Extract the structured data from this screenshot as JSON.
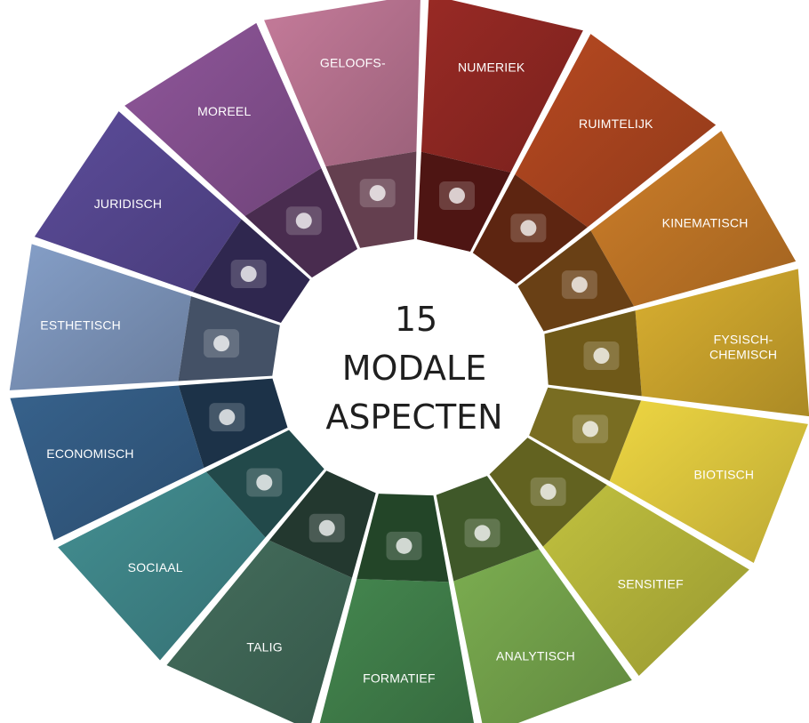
{
  "center": {
    "line1": "15",
    "line2": "MODALE",
    "line3": "ASPECTEN"
  },
  "aspects": [
    {
      "label": [
        "NUMERIEK"
      ],
      "color": "#8e2722",
      "icon": "tally-marks-icon"
    },
    {
      "label": [
        "RUIMTELIJK"
      ],
      "color": "#a9441f",
      "icon": "cube-icon"
    },
    {
      "label": [
        "KINEMATISCH"
      ],
      "color": "#be7526",
      "icon": "water-drop-splash-icon"
    },
    {
      "label": [
        "FYSISCH-",
        "CHEMISCH"
      ],
      "color": "#c9a22c",
      "icon": "flame-icon"
    },
    {
      "label": [
        "BIOTISCH"
      ],
      "color": "#dcc63d",
      "icon": "leaf-icon"
    },
    {
      "label": [
        "SENSITIEF"
      ],
      "color": "#b3b33a",
      "icon": "eye-icon"
    },
    {
      "label": [
        "ANALYTISCH"
      ],
      "color": "#72a04a",
      "icon": "magnifying-glass-icon"
    },
    {
      "label": [
        "FORMATIEF"
      ],
      "color": "#3f7d49",
      "icon": "potters-hands-icon"
    },
    {
      "label": [
        "TALIG"
      ],
      "color": "#3f6656",
      "icon": "speech-bubble-icon"
    },
    {
      "label": [
        "SOCIAAL"
      ],
      "color": "#3e8487",
      "icon": "people-group-icon"
    },
    {
      "label": [
        "ECONOMISCH"
      ],
      "color": "#335b82",
      "icon": "coins-chart-icon"
    },
    {
      "label": [
        "ESTHETISCH"
      ],
      "color": "#7b93b9",
      "icon": "framed-painting-icon"
    },
    {
      "label": [
        "JURIDISCH"
      ],
      "color": "#55468f",
      "icon": "scales-of-justice-icon"
    },
    {
      "label": [
        "MOREEL"
      ],
      "color": "#84508f",
      "icon": "helping-hands-icon"
    },
    {
      "label": [
        "GELOOFS-"
      ],
      "color": "#b6728f",
      "icon": "sunrise-mountains-icon"
    }
  ]
}
